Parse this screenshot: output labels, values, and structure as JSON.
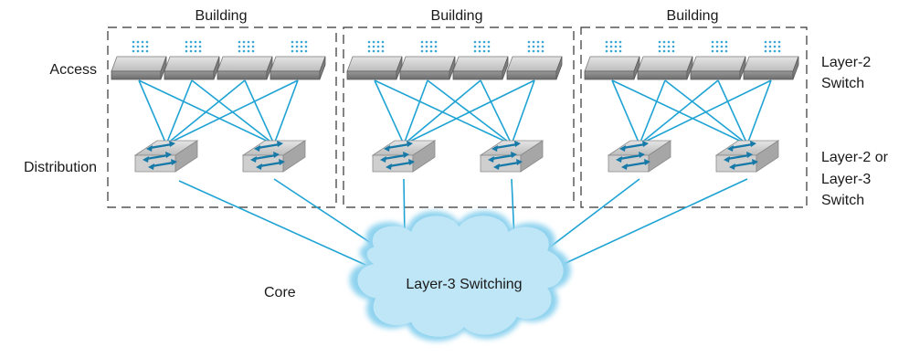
{
  "buildings": [
    {
      "label": "Building"
    },
    {
      "label": "Building"
    },
    {
      "label": "Building"
    }
  ],
  "layers": {
    "access": "Access",
    "distribution": "Distribution",
    "core": "Core"
  },
  "device_labels": {
    "layer2": [
      "Layer-2",
      "Switch"
    ],
    "layer2_or_3": [
      "Layer-2 or",
      "Layer-3",
      "Switch"
    ]
  },
  "core_cloud": {
    "label": "Layer-3 Switching"
  },
  "colors": {
    "link": "#1ea3d4",
    "cloud_fill": "#bfe6f6",
    "cloud_edge": "#8fd3ef",
    "switch_top": "#d4d4d4",
    "switch_side": "#9a9a9a",
    "port_dots": "#3aa7d6",
    "border": "#333333"
  },
  "icons": {
    "access_switch": "layer2-switch-icon",
    "distribution_switch": "multilayer-switch-icon"
  }
}
